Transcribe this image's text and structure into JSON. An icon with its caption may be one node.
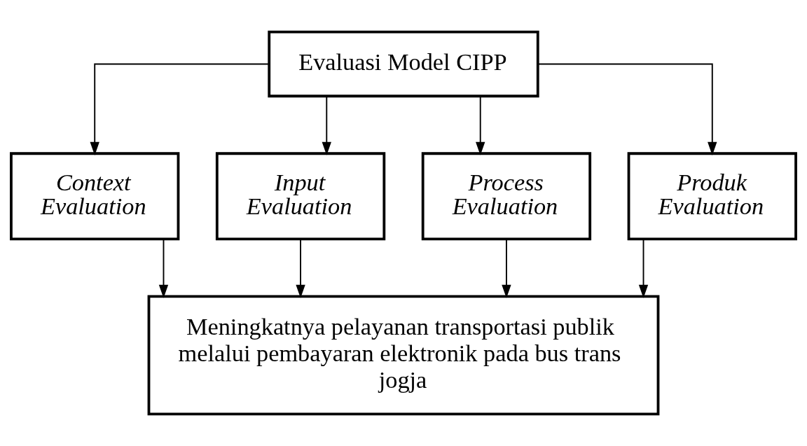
{
  "diagram": {
    "nodes": [
      {
        "text": [
          "Evaluasi Model CIPP"
        ]
      },
      {
        "text": [
          "Context Evaluation"
        ]
      },
      {
        "text": [
          "Input Evaluation"
        ]
      },
      {
        "text": [
          "Process Evaluation"
        ]
      },
      {
        "text": [
          "Produk Evaluation"
        ]
      },
      {
        "text": [
          "Meningkatnya pelayanan transportasi publik melalui pembayaran elektronik pada bus trans jogja"
        ]
      }
    ],
    "edges": [
      {
        "from": 0,
        "to": 1,
        "arrow": "to"
      },
      {
        "from": 0,
        "to": 2,
        "arrow": "to"
      },
      {
        "from": 0,
        "to": 3,
        "arrow": "to"
      },
      {
        "from": 0,
        "to": 4,
        "arrow": "to"
      },
      {
        "from": 1,
        "to": 5,
        "arrow": "to"
      },
      {
        "from": 2,
        "to": 5,
        "arrow": "to"
      },
      {
        "from": 3,
        "to": 5,
        "arrow": "to"
      },
      {
        "from": 4,
        "to": 5,
        "arrow": "to"
      }
    ]
  }
}
